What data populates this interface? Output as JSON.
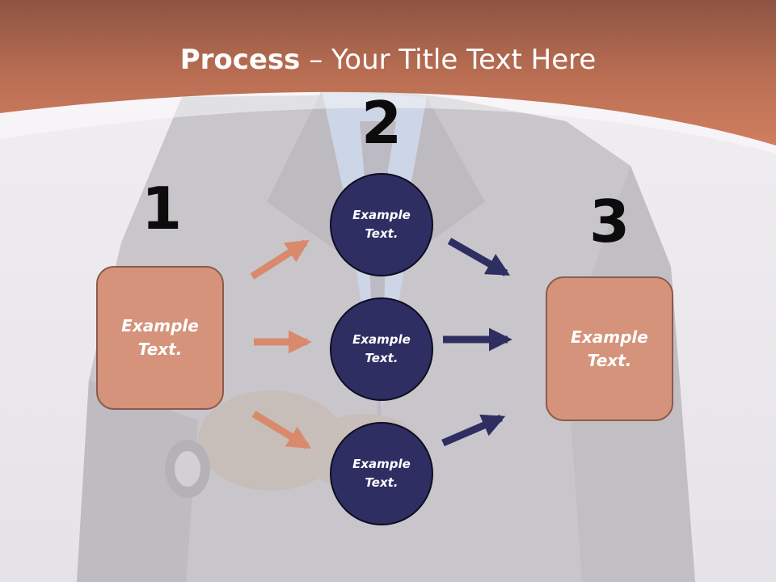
{
  "title": {
    "bold": "Process",
    "rest": " – Your Title Text Here"
  },
  "steps": {
    "one": {
      "number": "1",
      "box_text": "Example Text."
    },
    "two": {
      "number": "2",
      "circles": [
        {
          "text": "Example Text."
        },
        {
          "text": "Example Text."
        },
        {
          "text": "Example Text."
        }
      ]
    },
    "three": {
      "number": "3",
      "box_text": "Example Text."
    }
  },
  "colors": {
    "header_band": "#c8785a",
    "box_fill": "#d4937a",
    "circle_fill": "#2e2e63",
    "arrow_orange": "#d98a6c",
    "arrow_navy": "#2e2e63"
  }
}
